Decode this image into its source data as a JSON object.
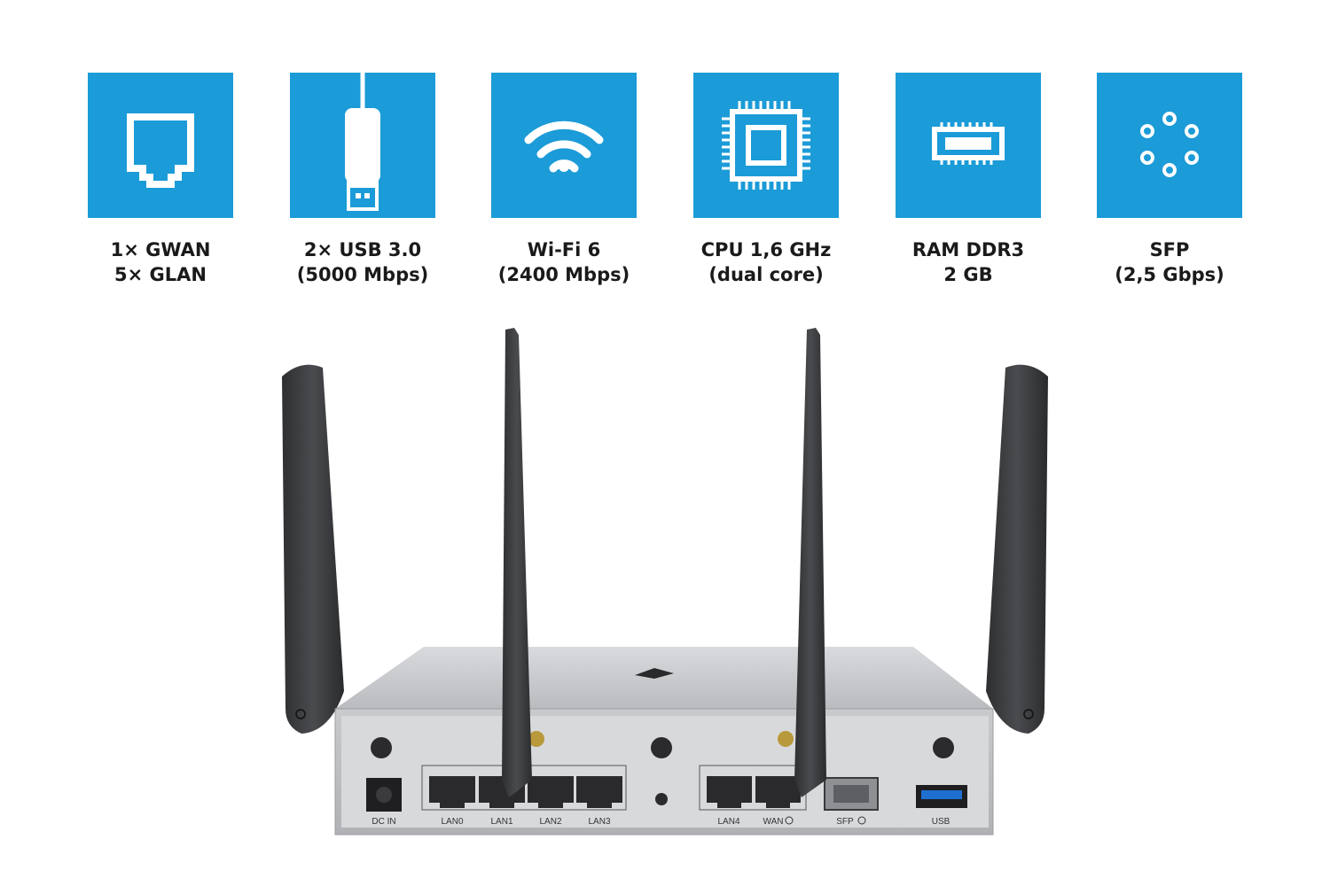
{
  "features": [
    {
      "icon": "ethernet-port-icon",
      "line1": "1× GWAN",
      "line2": "5× GLAN"
    },
    {
      "icon": "usb-plug-icon",
      "line1": "2× USB 3.0",
      "line2": "(5000 Mbps)"
    },
    {
      "icon": "wifi-icon",
      "line1": "Wi-Fi 6",
      "line2": "(2400 Mbps)"
    },
    {
      "icon": "cpu-chip-icon",
      "line1": "CPU 1,6 GHz",
      "line2": "(dual core)"
    },
    {
      "icon": "ram-module-icon",
      "line1": "RAM DDR3",
      "line2": "2 GB"
    },
    {
      "icon": "sfp-fiber-icon",
      "line1": "SFP",
      "line2": "(2,5 Gbps)"
    }
  ],
  "colors": {
    "tile": "#1b9bd7",
    "icon": "#ffffff",
    "text": "#1a1a1a"
  },
  "router": {
    "ports": {
      "dc_in": "DC IN",
      "lan0": "LAN0",
      "lan1": "LAN1",
      "lan2": "LAN2",
      "lan3": "LAN3",
      "lan4": "LAN4",
      "wan": "WAN",
      "sfp": "SFP",
      "usb": "USB"
    }
  }
}
